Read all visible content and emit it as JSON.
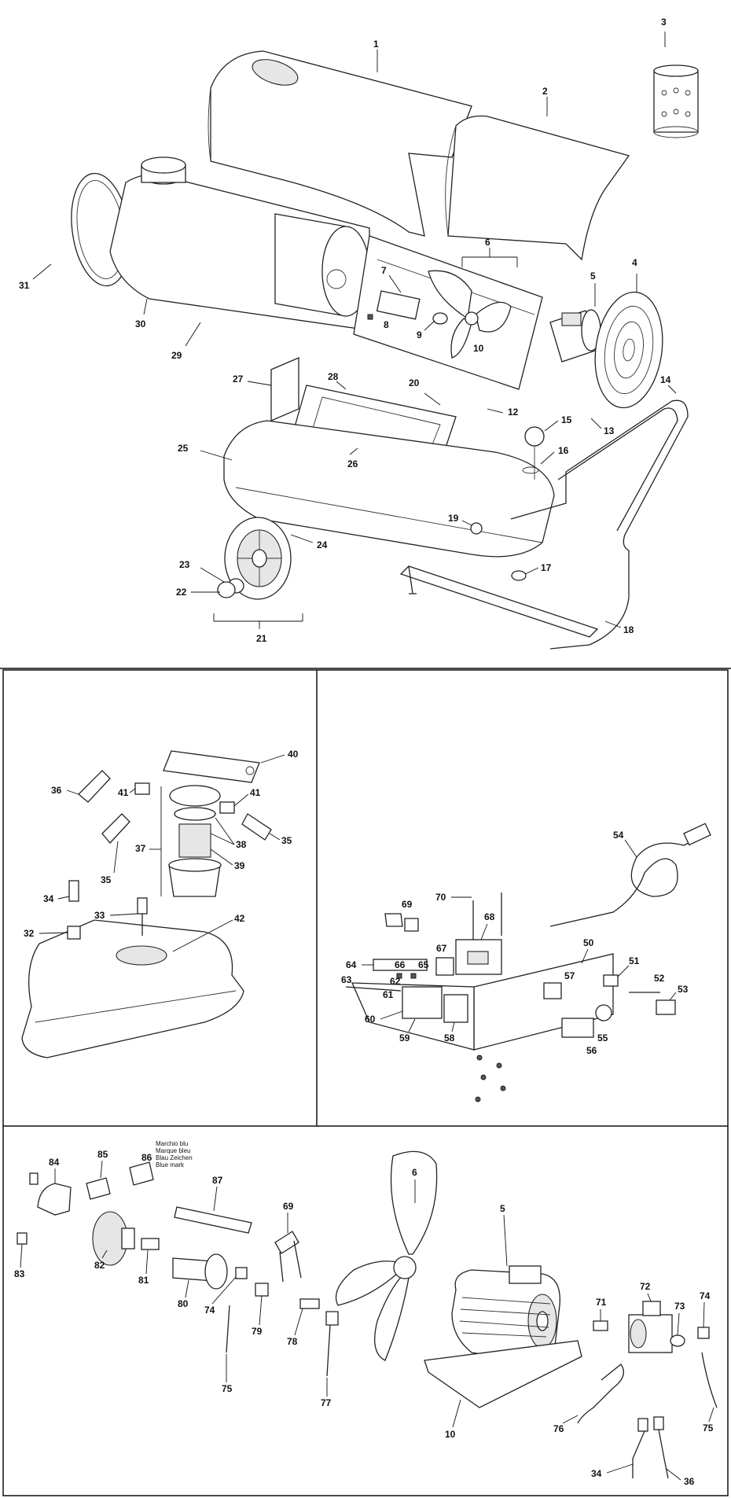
{
  "labels": {
    "p1": "1",
    "p2": "2",
    "p3": "3",
    "p4": "4",
    "p5": "5",
    "p6": "6",
    "p7": "7",
    "p8": "8",
    "p9": "9",
    "p10": "10",
    "p12": "12",
    "p13": "13",
    "p14": "14",
    "p15": "15",
    "p16": "16",
    "p17": "17",
    "p18": "18",
    "p19": "19",
    "p20": "20",
    "p21": "21",
    "p22": "22",
    "p23": "23",
    "p24": "24",
    "p25": "25",
    "p26": "26",
    "p27": "27",
    "p28": "28",
    "p29": "29",
    "p30": "30",
    "p31": "31",
    "p32": "32",
    "p33": "33",
    "p34": "34",
    "p35": "35",
    "p36": "36",
    "p37": "37",
    "p38": "38",
    "p39": "39",
    "p40": "40",
    "p41": "41",
    "p42": "42",
    "p50": "50",
    "p51": "51",
    "p52": "52",
    "p53": "53",
    "p54": "54",
    "p55": "55",
    "p56": "56",
    "p57": "57",
    "p58": "58",
    "p59": "59",
    "p60": "60",
    "p61": "61",
    "p62": "62",
    "p63": "63",
    "p64": "64",
    "p65": "65",
    "p66": "66",
    "p67": "67",
    "p68": "68",
    "p69": "69",
    "p70": "70",
    "p71": "71",
    "p72": "72",
    "p73": "73",
    "p74": "74",
    "p75": "75",
    "p76": "76",
    "p77": "77",
    "p78": "78",
    "p79": "79",
    "p80": "80",
    "p81": "81",
    "p82": "82",
    "p83": "83",
    "p84": "84",
    "p85": "85",
    "p86": "86",
    "p87": "87"
  },
  "blue_mark_note": [
    "Marchio blu",
    "Marque bleu",
    "Blau Zeichen",
    "Blue mark"
  ],
  "colors": {
    "line": "#222222",
    "frame": "#111111",
    "background": "#ffffff"
  }
}
